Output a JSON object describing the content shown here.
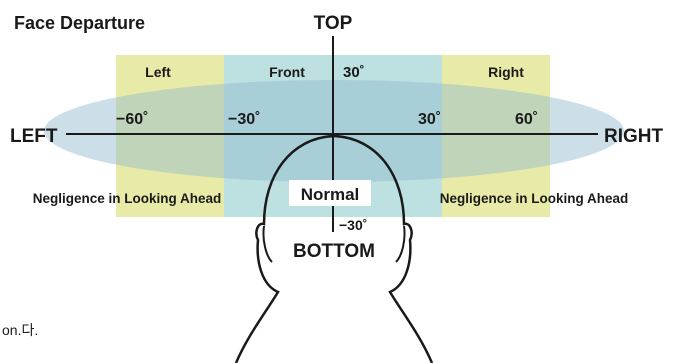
{
  "title": "Face Departure",
  "axes": {
    "top": "TOP",
    "bottom": "BOTTOM",
    "left": "LEFT",
    "right": "RIGHT"
  },
  "zones": {
    "left": "Left",
    "front": "Front",
    "right": "Right"
  },
  "angles": {
    "neg60": "−60˚",
    "neg30": "−30˚",
    "pos30_h": "30˚",
    "pos60": "60˚",
    "pos30_v": "30˚",
    "neg30_v": "−30˚"
  },
  "status": {
    "normal": "Normal",
    "negligence_left": "Negligence in Looking Ahead",
    "negligence_right": "Negligence in Looking Ahead"
  },
  "footer_text": "on.다.",
  "colors": {
    "side_zone": "#e8eba8",
    "front_zone": "#bde0e0",
    "ellipse": "#8fb7cf",
    "axis": "#1a1a1a",
    "head_fill": "#ffffff",
    "head_stroke": "#1a1a1a"
  }
}
